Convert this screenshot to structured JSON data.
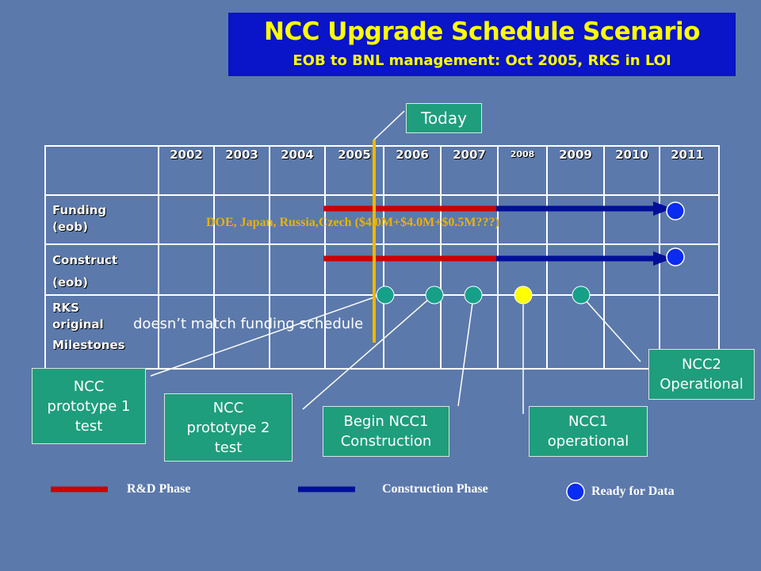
{
  "title": {
    "main": "NCC Upgrade Schedule Scenario",
    "sub": "EOB to BNL management: Oct 2005, RKS in LOI"
  },
  "today_label": "Today",
  "years": [
    "2002",
    "2003",
    "2004",
    "2005",
    "2006",
    "2007",
    "2008",
    "2009",
    "2010",
    "2011"
  ],
  "rows": {
    "funding": [
      "Funding",
      "(eob)"
    ],
    "construct": [
      "Construct",
      "(eob)"
    ],
    "milestones": [
      "RKS",
      "original",
      "Milestones"
    ]
  },
  "funding_note": "DOE, Japan, Russia,Czech ($4.0M+$4.0M+$0.5M???)",
  "mismatch_note": "doesn’t match funding schedule",
  "callouts": {
    "proto1": [
      "NCC",
      "prototype 1",
      "test"
    ],
    "proto2": [
      "NCC",
      "prototype 2",
      "test"
    ],
    "begin_ncc1": [
      "Begin NCC1",
      "Construction"
    ],
    "ncc1_op": [
      "NCC1",
      "operational"
    ],
    "ncc2_op": [
      "NCC2",
      "Operational"
    ]
  },
  "legend": {
    "rd": "R&D Phase",
    "construction": "Construction Phase",
    "ready": "Ready for Data"
  },
  "colors": {
    "background": "#5b79ab",
    "title_bg": "#0a14c8",
    "title_text": "#ffff00",
    "rd_phase": "#cc0000",
    "construction_phase": "#000f99",
    "ready_marker": "#0a2cf0",
    "milestone": "#17a088",
    "ncc1_operational_marker": "#ffff00",
    "today_line": "#f2b600",
    "callout_bg": "#1e9e7c"
  }
}
